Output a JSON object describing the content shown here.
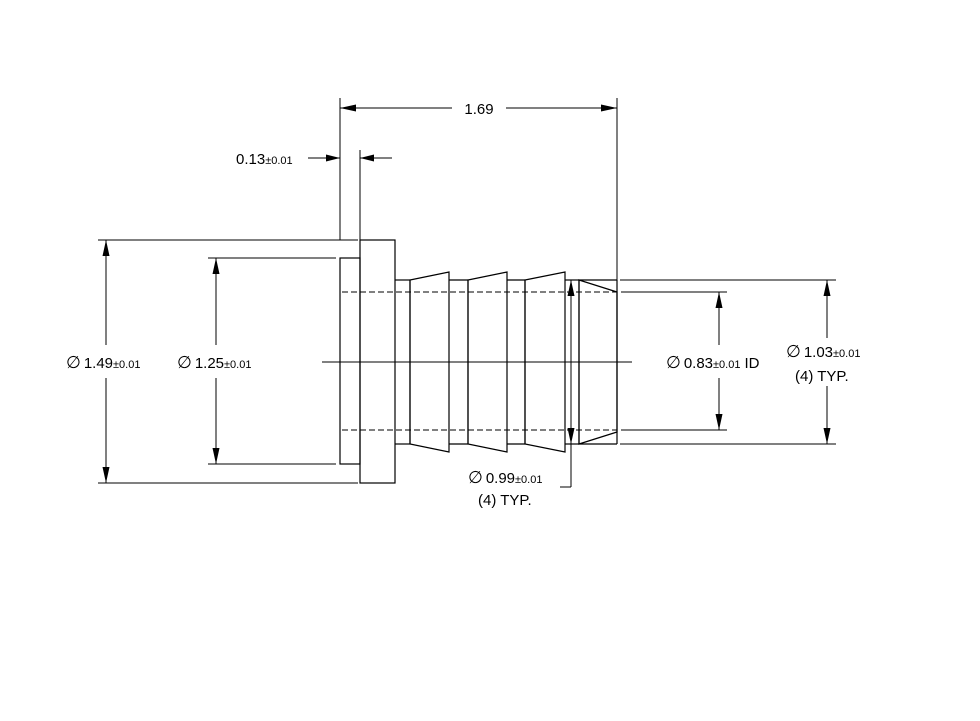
{
  "symbols": {
    "diameter": "∅"
  },
  "dimensions": {
    "overall_length": {
      "value": "1.69"
    },
    "flange_thickness": {
      "value": "0.13",
      "tolerance": "±0.01"
    },
    "flange_outer_diameter": {
      "value": "1.49",
      "tolerance": "±0.01"
    },
    "flange_inner_diameter": {
      "value": "1.25",
      "tolerance": "±0.01"
    },
    "bore_diameter": {
      "value": "0.83",
      "tolerance": "±0.01",
      "suffix": "ID"
    },
    "barb_root_diameter": {
      "value": "0.99",
      "tolerance": "±0.01",
      "note": "(4) TYP."
    },
    "barb_crest_diameter": {
      "value": "1.03",
      "tolerance": "±0.01",
      "note": "(4) TYP."
    }
  }
}
